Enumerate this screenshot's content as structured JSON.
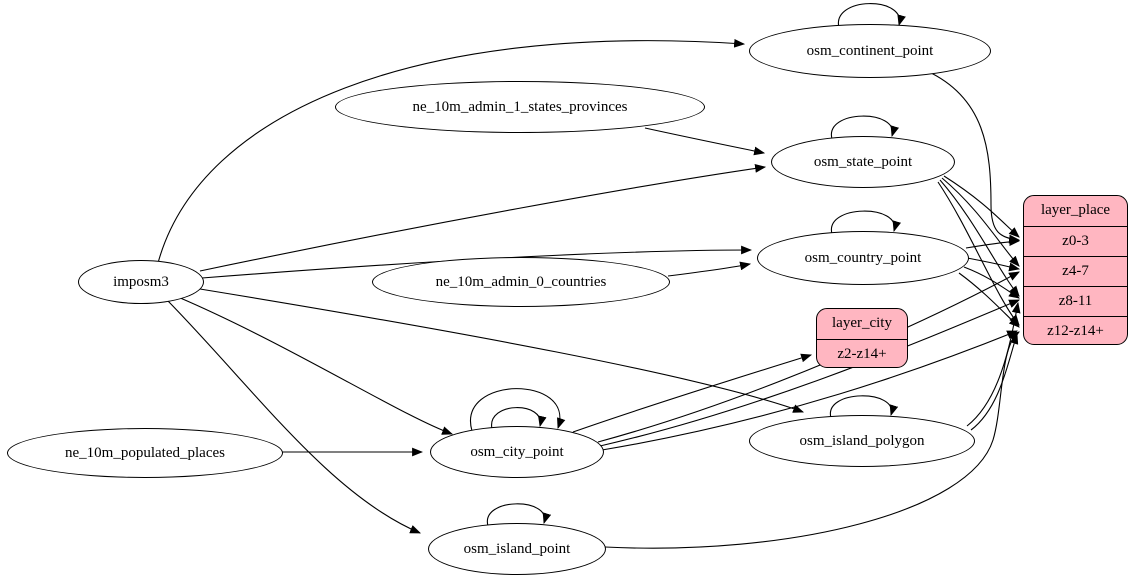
{
  "diagram": {
    "type": "etl-dependency-graph",
    "colors": {
      "background": "#ffffff",
      "table_node_fill": "#ffffff",
      "layer_node_fill": "#ffb6c1",
      "stroke": "#000000"
    },
    "nodes": {
      "imposm3": {
        "label": "imposm3"
      },
      "ne_10m_admin_1_states_provinces": {
        "label": "ne_10m_admin_1_states_provinces"
      },
      "ne_10m_admin_0_countries": {
        "label": "ne_10m_admin_0_countries"
      },
      "ne_10m_populated_places": {
        "label": "ne_10m_populated_places"
      },
      "osm_continent_point": {
        "label": "osm_continent_point"
      },
      "osm_state_point": {
        "label": "osm_state_point"
      },
      "osm_country_point": {
        "label": "osm_country_point"
      },
      "osm_city_point": {
        "label": "osm_city_point"
      },
      "osm_island_polygon": {
        "label": "osm_island_polygon"
      },
      "osm_island_point": {
        "label": "osm_island_point"
      },
      "layer_city": {
        "title": "layer_city",
        "rows": [
          "z2-z14+"
        ]
      },
      "layer_place": {
        "title": "layer_place",
        "rows": [
          "z0-3",
          "z4-7",
          "z8-11",
          "z12-z14+"
        ]
      }
    },
    "edges": [
      {
        "from": "imposm3",
        "to": "osm_continent_point"
      },
      {
        "from": "imposm3",
        "to": "osm_state_point"
      },
      {
        "from": "imposm3",
        "to": "osm_country_point"
      },
      {
        "from": "imposm3",
        "to": "osm_city_point"
      },
      {
        "from": "imposm3",
        "to": "osm_island_polygon"
      },
      {
        "from": "imposm3",
        "to": "osm_island_point"
      },
      {
        "from": "ne_10m_admin_1_states_provinces",
        "to": "osm_state_point"
      },
      {
        "from": "ne_10m_admin_0_countries",
        "to": "osm_country_point"
      },
      {
        "from": "ne_10m_populated_places",
        "to": "osm_city_point"
      },
      {
        "from": "osm_continent_point",
        "to": "osm_continent_point"
      },
      {
        "from": "osm_state_point",
        "to": "osm_state_point"
      },
      {
        "from": "osm_country_point",
        "to": "osm_country_point"
      },
      {
        "from": "osm_city_point",
        "to": "osm_city_point"
      },
      {
        "from": "osm_city_point",
        "to": "osm_city_point"
      },
      {
        "from": "osm_island_polygon",
        "to": "osm_island_polygon"
      },
      {
        "from": "osm_island_point",
        "to": "osm_island_point"
      },
      {
        "from": "osm_continent_point",
        "to": "layer_place:z0-3"
      },
      {
        "from": "osm_state_point",
        "to": "layer_place:z0-3"
      },
      {
        "from": "osm_state_point",
        "to": "layer_place:z4-7"
      },
      {
        "from": "osm_state_point",
        "to": "layer_place:z8-11"
      },
      {
        "from": "osm_state_point",
        "to": "layer_place:z12-z14+"
      },
      {
        "from": "osm_country_point",
        "to": "layer_place:z0-3"
      },
      {
        "from": "osm_country_point",
        "to": "layer_place:z4-7"
      },
      {
        "from": "osm_country_point",
        "to": "layer_place:z8-11"
      },
      {
        "from": "osm_country_point",
        "to": "layer_place:z12-z14+"
      },
      {
        "from": "osm_city_point",
        "to": "layer_city:z2-z14+"
      },
      {
        "from": "osm_city_point",
        "to": "layer_place:z4-7"
      },
      {
        "from": "osm_city_point",
        "to": "layer_place:z8-11"
      },
      {
        "from": "osm_city_point",
        "to": "layer_place:z12-z14+"
      },
      {
        "from": "osm_island_polygon",
        "to": "layer_place:z8-11"
      },
      {
        "from": "osm_island_polygon",
        "to": "layer_place:z12-z14+"
      },
      {
        "from": "osm_island_point",
        "to": "layer_place:z12-z14+"
      }
    ]
  }
}
